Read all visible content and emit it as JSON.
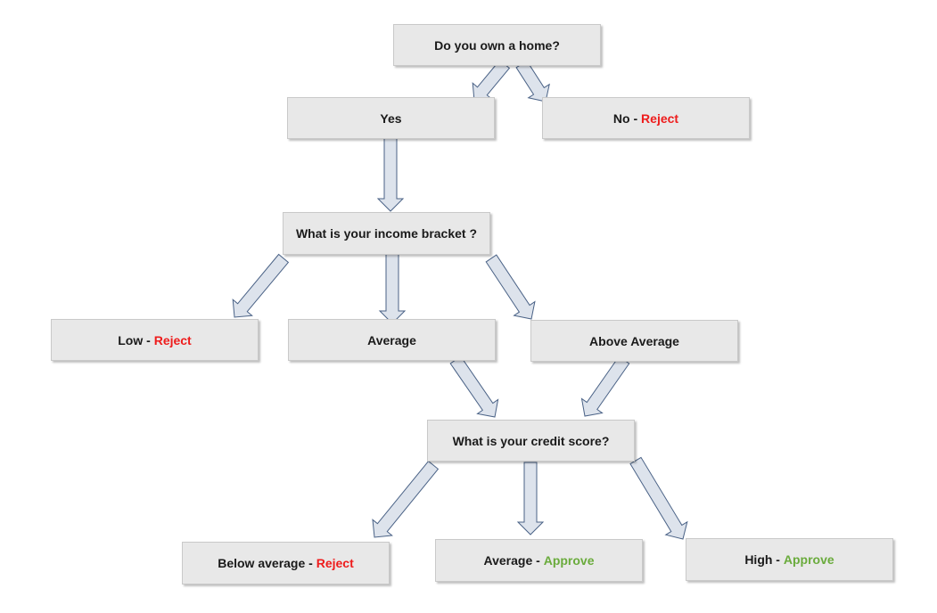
{
  "nodes": {
    "own_home": {
      "text": "Do you own a home?"
    },
    "yes": {
      "text": "Yes"
    },
    "no": {
      "text": "No",
      "sep": " - ",
      "result": "Reject"
    },
    "income": {
      "text": "What is your income bracket ?"
    },
    "low": {
      "text": "Low",
      "sep": " - ",
      "result": "Reject"
    },
    "average": {
      "text": "Average"
    },
    "above_average": {
      "text": "Above Average"
    },
    "credit": {
      "text": "What is your credit score?"
    },
    "below_average_credit": {
      "text": "Below average",
      "sep": " - ",
      "result": "Reject"
    },
    "average_credit": {
      "text": "Average",
      "sep": " - ",
      "result": "Approve"
    },
    "high_credit": {
      "text": "High",
      "sep": " - ",
      "result": "Approve"
    }
  },
  "colors": {
    "reject": "#ee1c1c",
    "approve": "#6aab3c",
    "arrow_fill": "#dde3ec",
    "arrow_stroke": "#4a6286",
    "box_fill": "#e8e8e8"
  },
  "edges": [
    {
      "from": "own_home",
      "to": "yes"
    },
    {
      "from": "own_home",
      "to": "no"
    },
    {
      "from": "yes",
      "to": "income"
    },
    {
      "from": "income",
      "to": "low"
    },
    {
      "from": "income",
      "to": "average"
    },
    {
      "from": "income",
      "to": "above_average"
    },
    {
      "from": "average",
      "to": "credit"
    },
    {
      "from": "above_average",
      "to": "credit"
    },
    {
      "from": "credit",
      "to": "below_average_credit"
    },
    {
      "from": "credit",
      "to": "average_credit"
    },
    {
      "from": "credit",
      "to": "high_credit"
    }
  ]
}
